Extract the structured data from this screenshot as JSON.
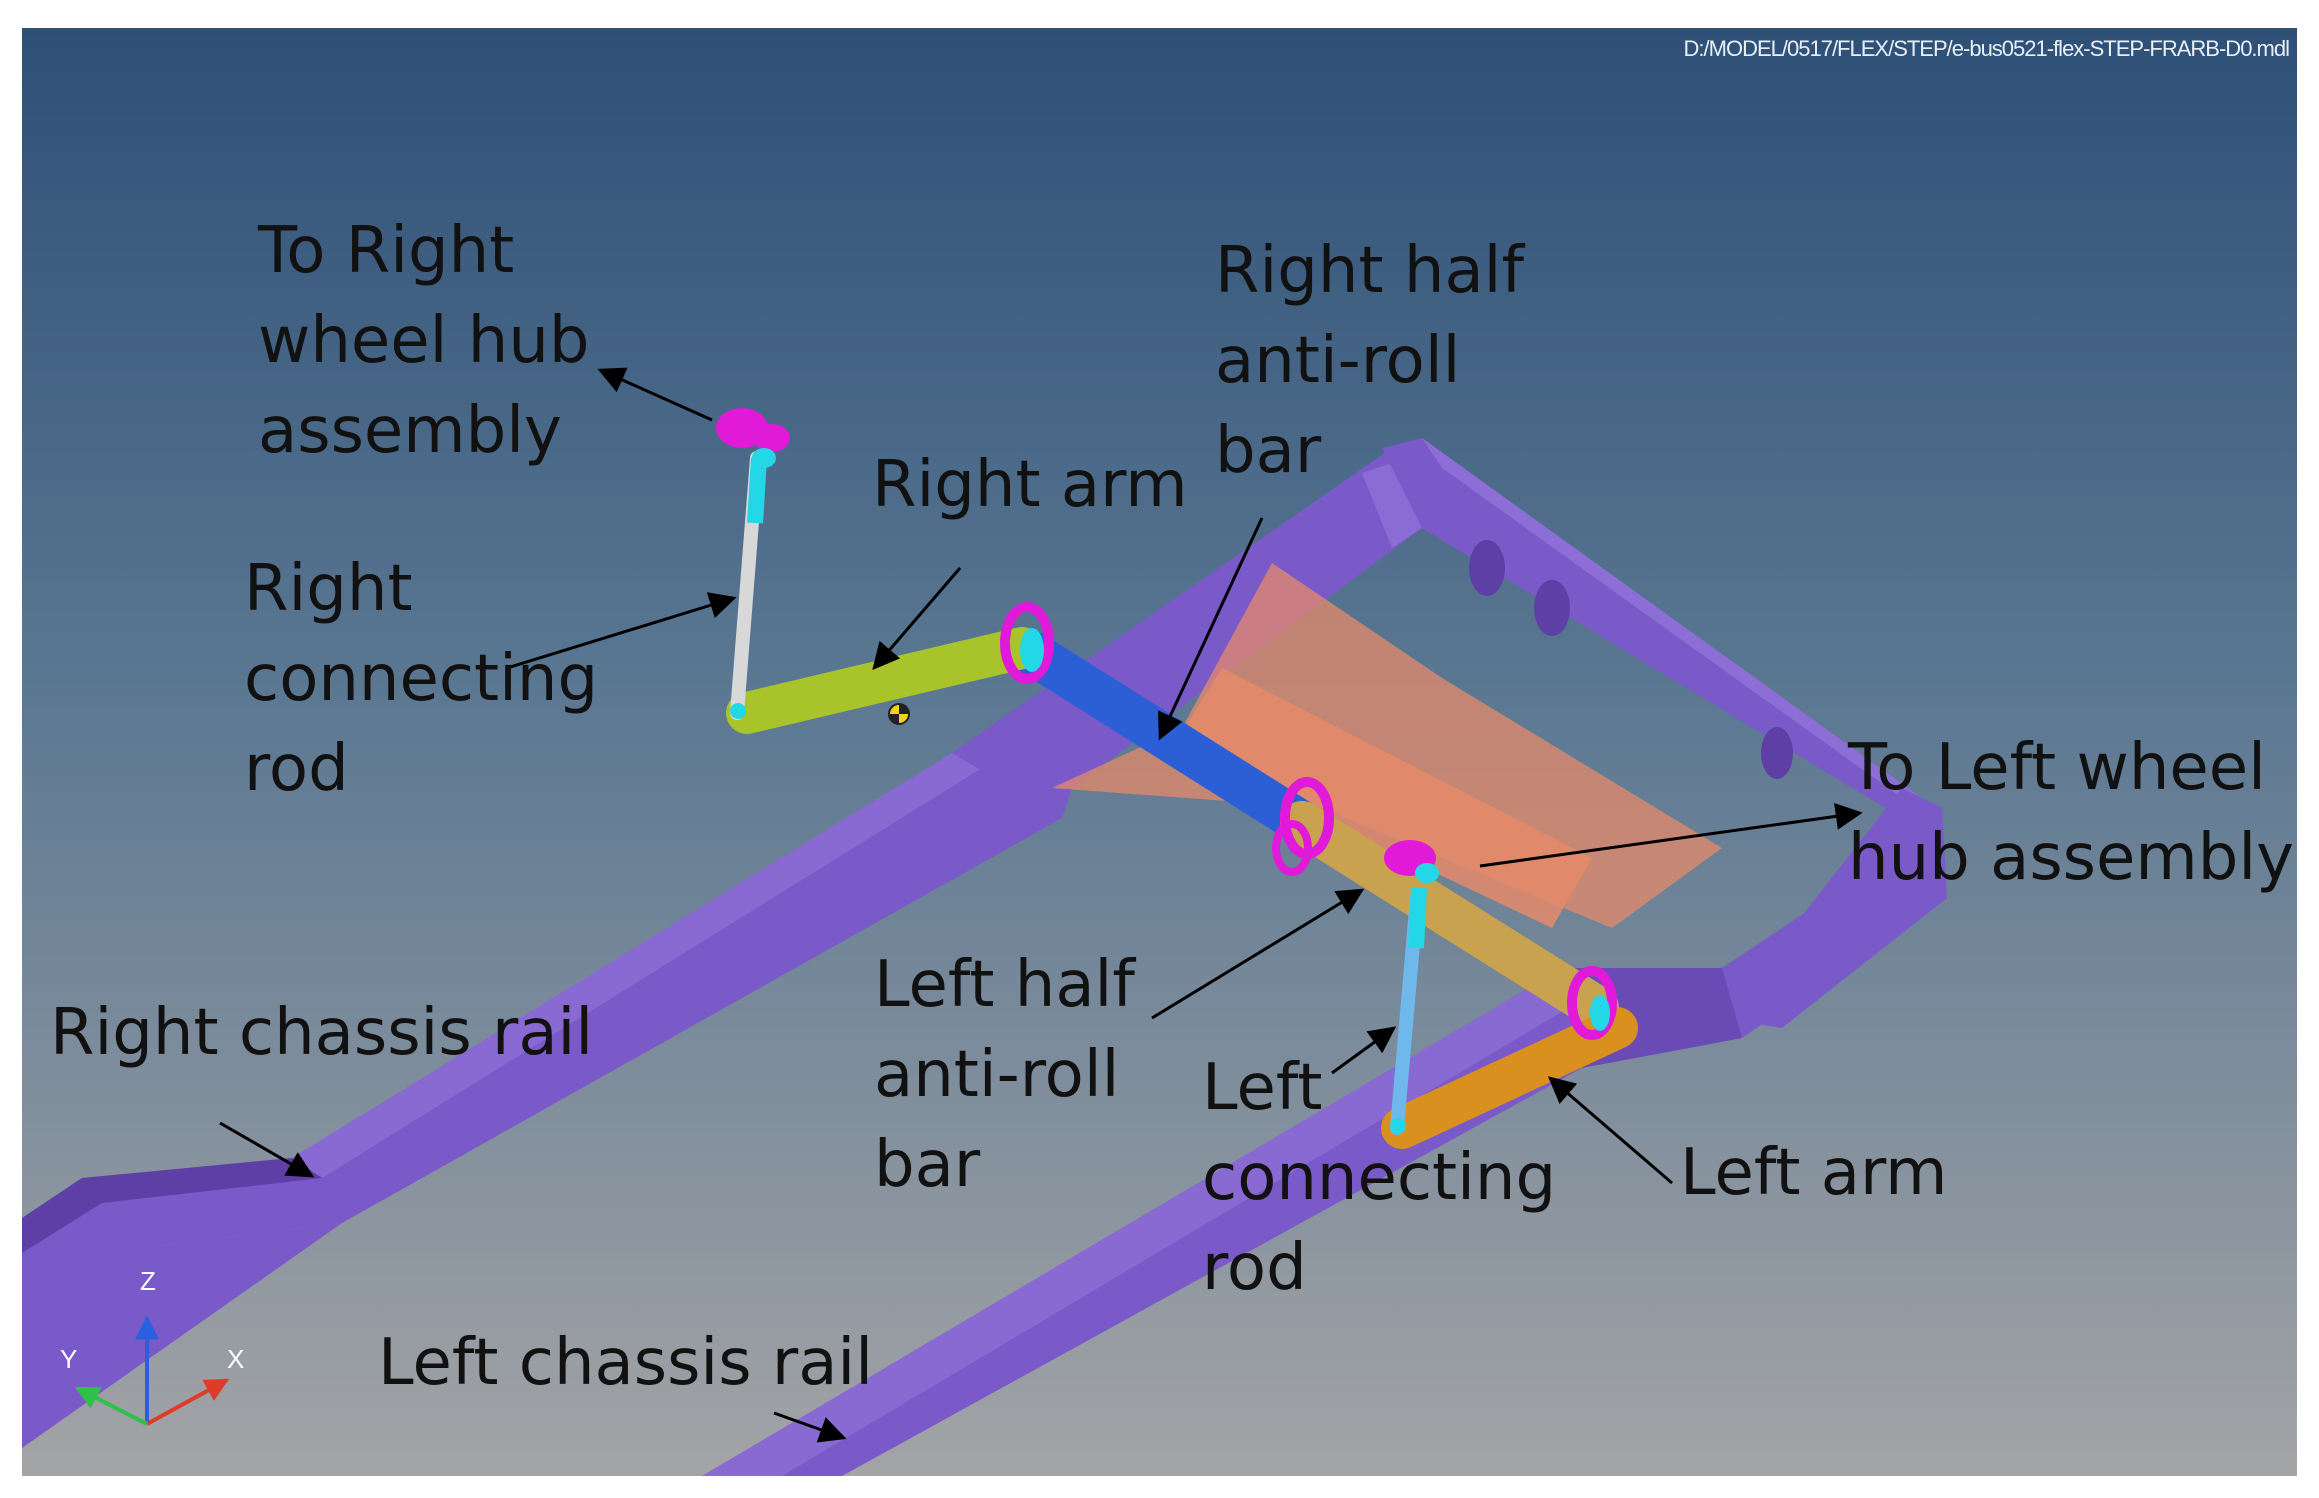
{
  "viewport": {
    "file_path": "D:/MODEL/0517/FLEX/STEP/e-bus0521-flex-STEP-FRARB-D0.mdl",
    "background_top": "#2e5077",
    "background_bottom": "#a3a4a6"
  },
  "labels": {
    "to_right_hub": "To Right\nwheel hub\nassembly",
    "right_half_bar": "Right half\nanti-roll\nbar",
    "right_arm": "Right arm",
    "right_connecting_rod": "Right\nconnecting\nrod",
    "to_left_hub": "To Left wheel\nhub assembly",
    "left_half_bar": "Left half\nanti-roll\nbar",
    "left_connecting_rod": "Left\nconnecting\nrod",
    "left_arm": "Left arm",
    "right_chassis_rail": "Right chassis rail",
    "left_chassis_rail": "Left chassis rail"
  },
  "triad": {
    "z": "Z",
    "y": "Y",
    "x": "X"
  },
  "colors": {
    "chassis": "#7a59c9",
    "chassis_dark": "#5d3fa6",
    "chassis_light": "#9b7fe0",
    "right_half_bar": "#2c5fd6",
    "left_half_bar": "#c9a24f",
    "right_arm": "#a8c42a",
    "left_arm": "#d9901e",
    "bracket": "#e58a6a",
    "joint": "#e01ad8",
    "cyan": "#23d7e6",
    "right_rod": "#d8d8d8",
    "left_rod": "#6fb8ec"
  }
}
